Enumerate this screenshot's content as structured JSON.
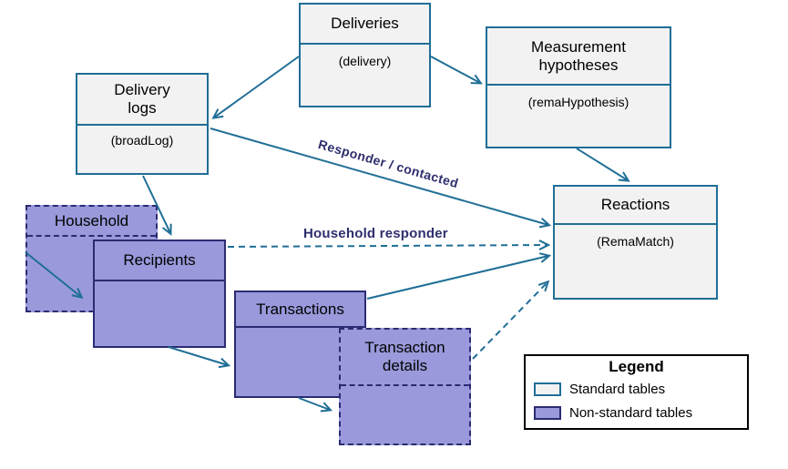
{
  "nodes": {
    "deliveries": {
      "title": "Deliveries",
      "subtitle": "(delivery)"
    },
    "measurement_hypotheses": {
      "title": "Measurement hypotheses",
      "subtitle": "(remaHypothesis)"
    },
    "delivery_logs": {
      "title": "Delivery logs",
      "subtitle": "(broadLog)"
    },
    "reactions": {
      "title": "Reactions",
      "subtitle": "(RemaMatch)"
    },
    "household": {
      "title": "Household",
      "subtitle": ""
    },
    "recipients": {
      "title": "Recipients",
      "subtitle": ""
    },
    "transactions": {
      "title": "Transactions",
      "subtitle": ""
    },
    "transaction_details": {
      "title": "Transaction details",
      "subtitle": ""
    }
  },
  "edge_labels": {
    "responder_contacted": "Responder / contacted",
    "household_responder": "Household responder"
  },
  "legend": {
    "title": "Legend",
    "items": [
      {
        "label": "Standard tables"
      },
      {
        "label": "Non-standard tables"
      }
    ]
  },
  "colors": {
    "standard_border": "#1F6E96",
    "standard_fill": "#F2F2F2",
    "non_standard_border": "#2B2B73",
    "non_standard_fill": "#9999DB",
    "arrow": "#1F6E96",
    "edge_label_text": "#2E2E6E"
  }
}
